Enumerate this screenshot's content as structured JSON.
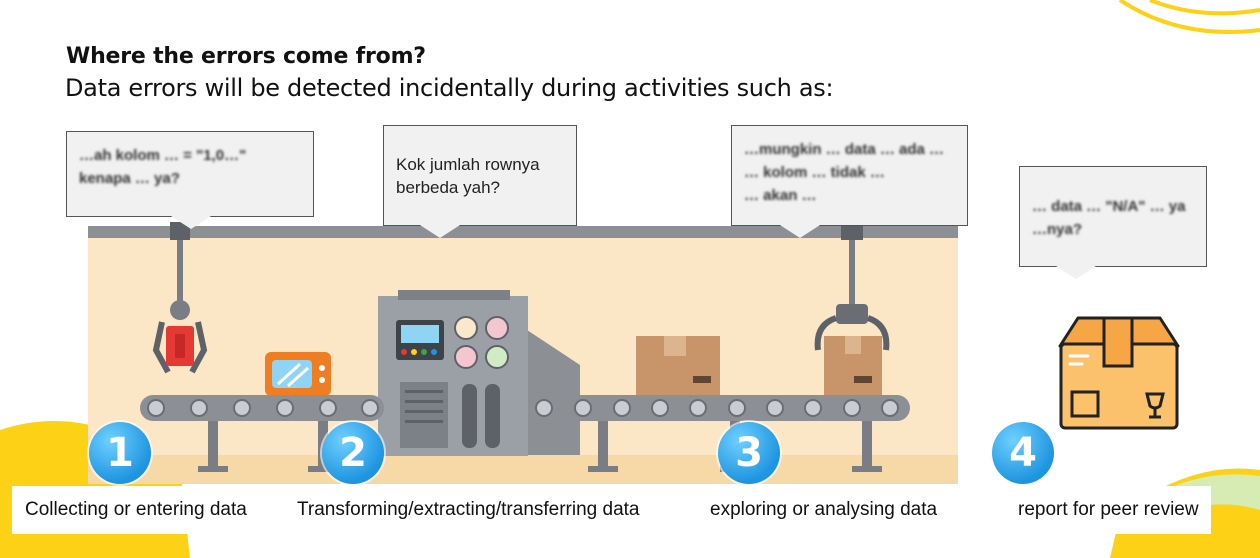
{
  "heading": {
    "title": "Where the errors come from?",
    "subtitle": "Data errors will be detected incidentally during activities such as:"
  },
  "bubbles": [
    {
      "text": "",
      "blurred_text": "…ah kolom … = \"1,0…\"\nkenapa … ya?"
    },
    {
      "text": "Kok jumlah rownya\nberbeda yah?"
    },
    {
      "text": "",
      "blurred_text": "…mungkin … data … ada …\n… kolom … tidak …\n… akan …"
    },
    {
      "text": "",
      "blurred_text": "… data … \"N/A\" … ya\n…nya?"
    }
  ],
  "steps": [
    {
      "number": "1",
      "label": "Collecting or entering data"
    },
    {
      "number": "2",
      "label": "Transforming/extracting/transferring data"
    },
    {
      "number": "3",
      "label": "exploring or analysing data"
    },
    {
      "number": "4",
      "label": "report for peer review"
    }
  ],
  "colors": {
    "accent_blue": "#1f95e0",
    "factory_bg": "#fbe6c6",
    "decor_yellow": "#fcd116",
    "box_orange": "#f7a646"
  },
  "icons": [
    "robot-arm-icon",
    "machine-icon",
    "cardboard-box-icon",
    "conveyor-belt-icon",
    "package-icon"
  ]
}
